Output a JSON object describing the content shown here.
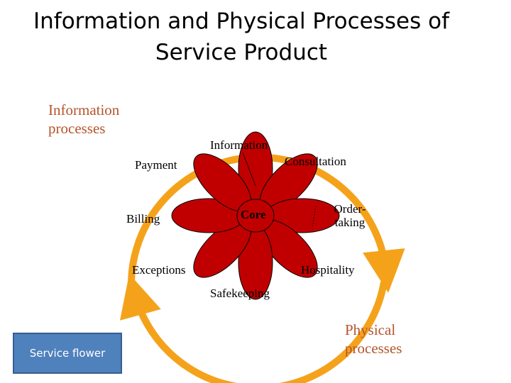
{
  "title": "Information and Physical Processes of Service Product",
  "info_processes_label": "Information processes",
  "physical_processes_label": "Physical processes",
  "core_label": "Core",
  "petals": {
    "information": "Information",
    "consultation": "Consultation",
    "order_taking": "Order-taking",
    "hospitality": "Hospitality",
    "safekeeping": "Safekeeping",
    "exceptions": "Exceptions",
    "billing": "Billing",
    "payment": "Payment"
  },
  "legend_box": "Service flower",
  "colors": {
    "ring": "#f5a21b",
    "petal": "#c00000",
    "core": "#c00000",
    "process_text": "#b5542b",
    "legend_box": "#4f81bd"
  }
}
